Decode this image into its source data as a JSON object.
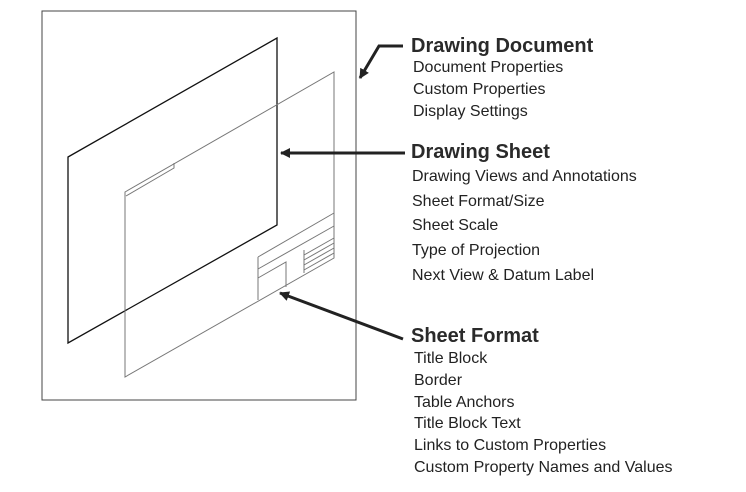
{
  "sections": [
    {
      "title": "Drawing Document",
      "items": [
        "Document Properties",
        "Custom Properties",
        "Display Settings"
      ]
    },
    {
      "title": "Drawing Sheet",
      "items": [
        "Drawing Views and Annotations",
        "Sheet Format/Size",
        "Sheet Scale",
        "Type of Projection",
        "Next View & Datum Label"
      ]
    },
    {
      "title": "Sheet Format",
      "items": [
        "Title Block",
        "Border",
        "Table Anchors",
        "Title Block Text",
        "Links to Custom Properties",
        "Custom Property Names and Values"
      ]
    }
  ]
}
